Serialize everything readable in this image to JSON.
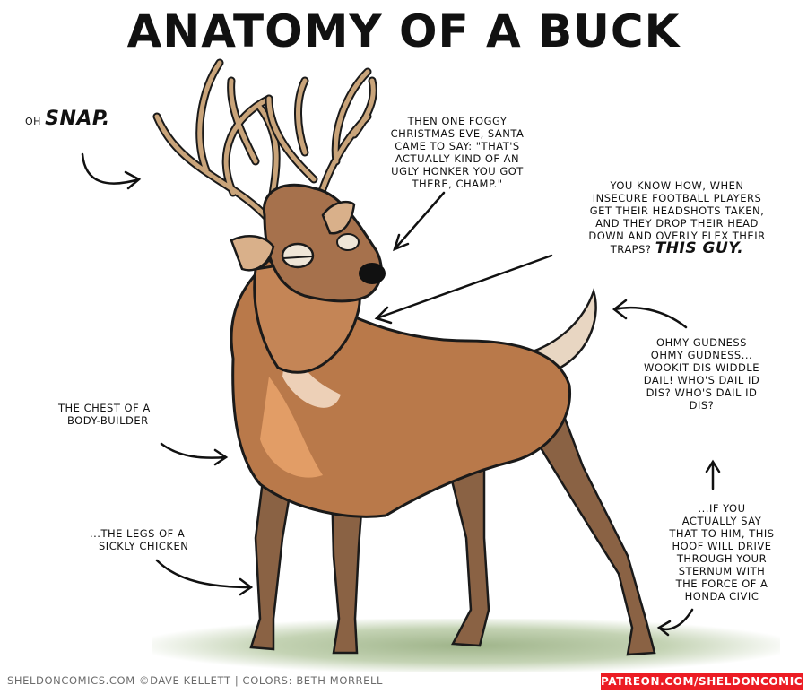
{
  "title": "ANATOMY OF A BUCK",
  "annotations": {
    "oh_snap": {
      "prefix": "OH",
      "emphasis": "SNAP."
    },
    "santa": {
      "lines": [
        "THEN ONE FOGGY",
        "CHRISTMAS EVE, SANTA",
        "CAME TO SAY: \"THAT'S",
        "ACTUALLY KIND OF AN",
        "UGLY HONKER YOU GOT",
        "THERE, CHAMP.\""
      ]
    },
    "football": {
      "lines": [
        "YOU KNOW HOW, WHEN",
        "INSECURE FOOTBALL PLAYERS",
        "GET THEIR HEADSHOTS TAKEN,",
        "AND THEY DROP THEIR HEAD",
        "DOWN AND OVERLY FLEX THEIR"
      ],
      "last_prefix": "TRAPS?",
      "last_emphasis": "THIS GUY."
    },
    "tail": {
      "lines": [
        "OHMY GUDNESS",
        "OHMY GUDNESS...",
        "WOOKIT DIS WIDDLE",
        "DAIL! WHO'S DAIL ID",
        "DIS? WHO'S DAIL ID",
        "DIS?"
      ]
    },
    "chest": {
      "lines": [
        "THE CHEST OF A",
        "BODY-BUILDER"
      ]
    },
    "legs": {
      "lines": [
        "...THE LEGS OF A",
        "SICKLY CHICKEN"
      ]
    },
    "hoof": {
      "lines": [
        "...IF YOU",
        "ACTUALLY SAY",
        "THAT TO HIM, THIS",
        "HOOF WILL DRIVE",
        "THROUGH YOUR",
        "STERNUM WITH",
        "THE FORCE OF A",
        "HONDA CIVIC"
      ]
    }
  },
  "footer": {
    "credits": "SHELDONCOMICS.COM ©DAVE KELLETT | COLORS: BETH MORRELL",
    "patreon": "PATREON.COM/SHELDONCOMICS"
  },
  "colors": {
    "patreon_bg": "#ec1c24",
    "deer_body": "#b9794a",
    "deer_light": "#e9a36b",
    "antler": "#c9a47a",
    "grass": "#9fb48a"
  }
}
